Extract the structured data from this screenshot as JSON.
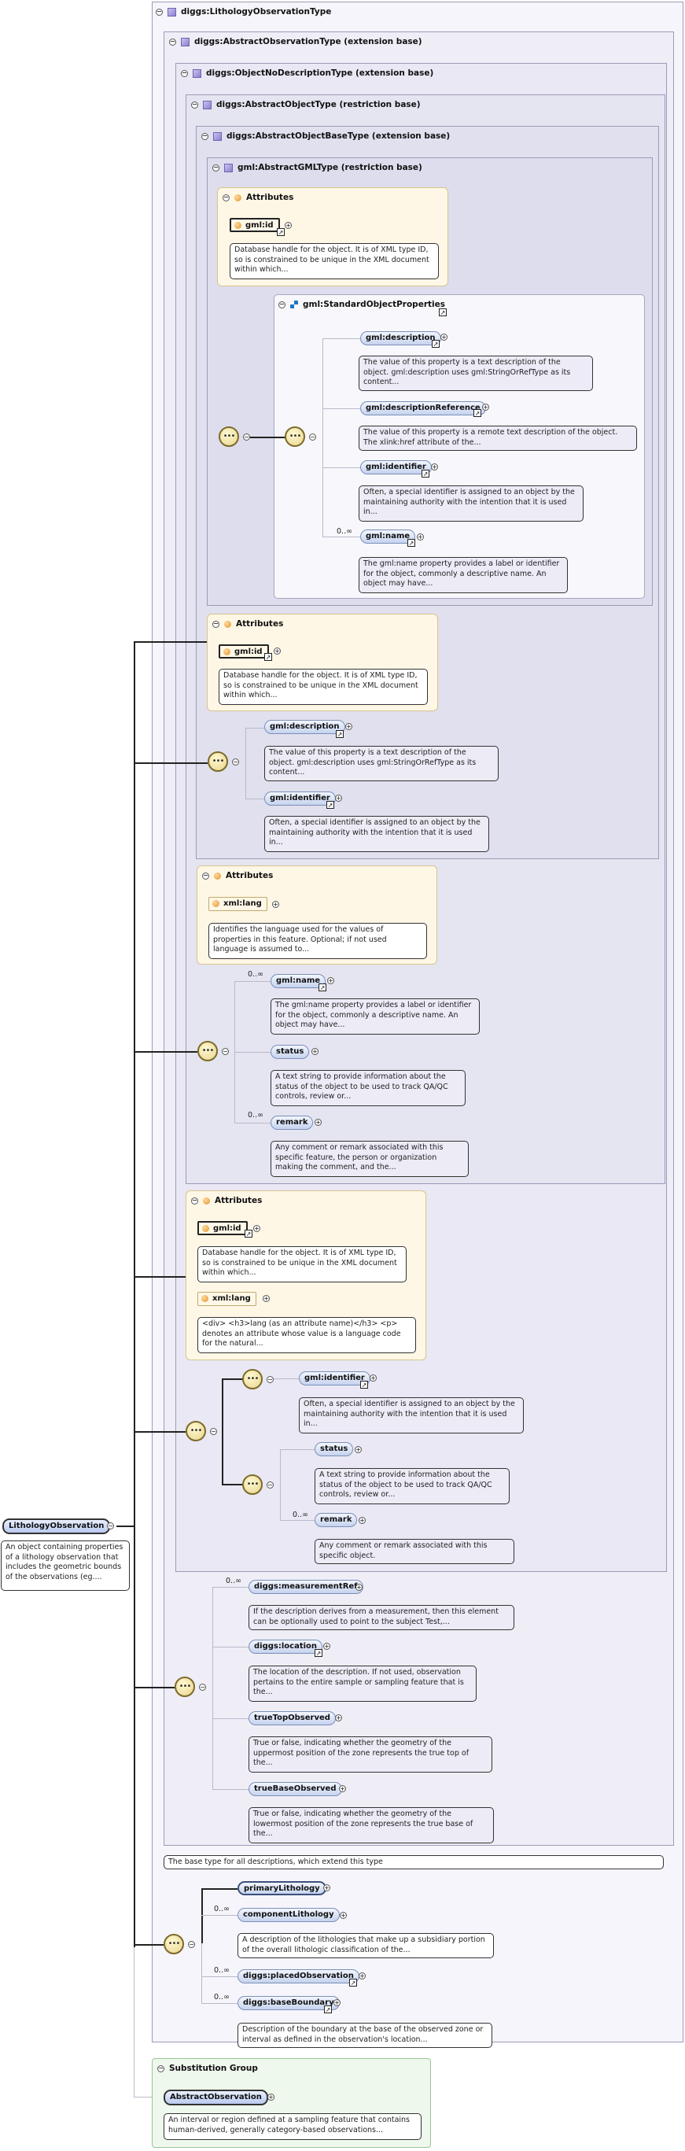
{
  "types": {
    "lithology_observation_type": "diggs:LithologyObservationType",
    "abstract_observation_type": "diggs:AbstractObservationType (extension base)",
    "object_no_description_type": "diggs:ObjectNoDescriptionType (extension base)",
    "abstract_object_type": "diggs:AbstractObjectType (restriction base)",
    "abstract_object_base_type": "diggs:AbstractObjectBaseType (extension base)",
    "abstract_gml_type": "gml:AbstractGMLType (restriction base)",
    "standard_object_properties": "gml:StandardObjectProperties"
  },
  "labels": {
    "attributes": "Attributes",
    "substitution_group": "Substitution Group",
    "unbounded": "0..∞"
  },
  "gml_type": {
    "attr_id": "gml:id",
    "attr_id_desc": "Database handle for the object. It is of XML type ID, so is constrained to be unique in the XML document within which...",
    "description": "gml:description",
    "description_desc": "The value of this property is a text description of the object. gml:description uses gml:StringOrRefType as its content...",
    "description_reference": "gml:descriptionReference",
    "description_reference_desc": "The value of this property is a remote text description of the object. The xlink:href attribute of the...",
    "identifier": "gml:identifier",
    "identifier_desc": "Often, a special identifier is assigned to an object by the maintaining authority with the intention that it is used in...",
    "name": "gml:name",
    "name_desc": "The gml:name property provides a label or identifier for the object, commonly a descriptive name. An object may have..."
  },
  "object_base_type": {
    "attr_id": "gml:id",
    "attr_id_desc": "Database handle for the object. It is of XML type ID, so is constrained to be unique in the XML document within which...",
    "description": "gml:description",
    "description_desc": "The value of this property is a text description of the object. gml:description uses gml:StringOrRefType as its content...",
    "identifier": "gml:identifier",
    "identifier_desc": "Often, a special identifier is assigned to an object by the maintaining authority with the intention that it is used in..."
  },
  "object_type": {
    "attr_lang": "xml:lang",
    "attr_lang_desc": "Identifies the language used for the values of properties in this feature. Optional; if not used language is assumed to...",
    "name": "gml:name",
    "name_desc": "The gml:name property provides a label or identifier for the object, commonly a descriptive name. An object may have...",
    "status": "status",
    "status_desc": "A text string to provide information about the status of the object to be used to track QA/QC controls, review or...",
    "remark": "remark",
    "remark_desc": "Any comment or remark associated with this specific feature, the person or organization making the comment, and the..."
  },
  "no_description_type": {
    "attr_id": "gml:id",
    "attr_id_desc": "Database handle for the object. It is of XML type ID, so is constrained to be unique in the XML document within which...",
    "attr_lang": "xml:lang",
    "attr_lang_desc": "<div> <h3>lang (as an attribute name)</h3> <p> denotes an attribute whose value is a language code for the natural...",
    "identifier": "gml:identifier",
    "identifier_desc": "Often, a special identifier is assigned to an object by the maintaining authority with the intention that it is used in...",
    "status": "status",
    "status_desc": "A text string to provide information about the status of the object to be used to track QA/QC controls, review or...",
    "remark": "remark",
    "remark_desc": "Any comment or remark associated with this specific object."
  },
  "observation_type": {
    "measurement_ref": "diggs:measurementRef",
    "measurement_ref_desc": "If the description derives from a measurement, then this element can be optionally used to point to the subject Test,...",
    "location": "diggs:location",
    "location_desc": "The location of the description. If not used, observation pertains to the entire sample or sampling feature that is the...",
    "true_top": "trueTopObserved",
    "true_top_desc": "True or false, indicating whether the geometry of the uppermost position of the zone represents the true top of the...",
    "true_base": "trueBaseObserved",
    "true_base_desc": "True or false, indicating whether the geometry of the lowermost position of the zone represents the true base of the...",
    "base_desc": "The base type for all descriptions, which extend this type"
  },
  "lithology": {
    "primary": "primaryLithology",
    "component": "componentLithology",
    "component_desc": "A description of the lithologies that make up a subsidiary portion of the overall lithologic classification of the...",
    "placed_observation": "diggs:placedObservation",
    "base_boundary": "diggs:baseBoundary",
    "base_boundary_desc": "Description of the boundary at the base of the observed zone or interval as defined in the observation's location..."
  },
  "root": {
    "name": "LithologyObservation",
    "desc": "An object containing properties of a lithology observation that includes the geometric bounds of the observations (eg...."
  },
  "substitution": {
    "name": "AbstractObservation",
    "desc": "An interval or region defined at a sampling feature that contains human-derived, generally category-based observations..."
  }
}
